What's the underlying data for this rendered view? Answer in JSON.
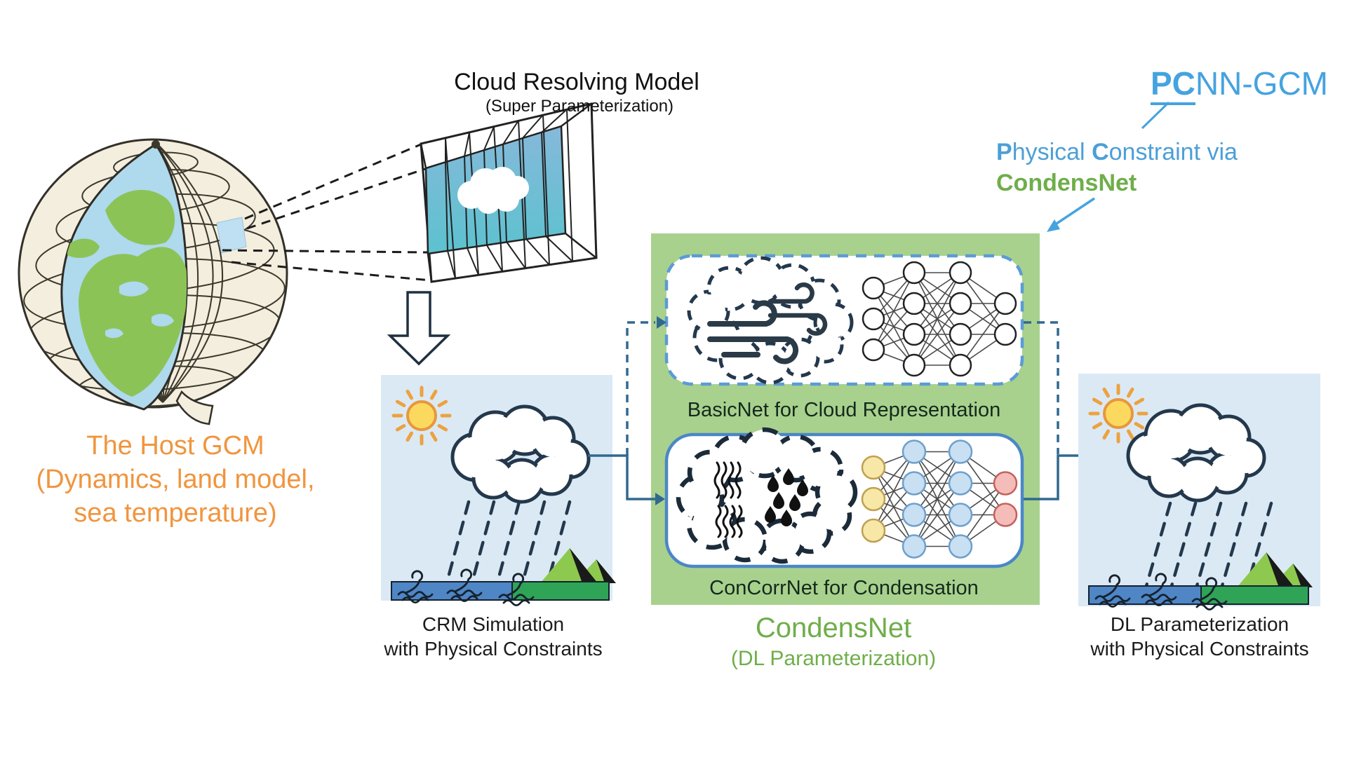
{
  "header": {
    "title": "Cloud Resolving Model",
    "subtitle": "(Super Parameterization)"
  },
  "host_gcm": {
    "line1": "The Host GCM",
    "line2": "(Dynamics, land model,",
    "line3": "sea temperature)"
  },
  "crm_panel": {
    "caption_line1": "CRM Simulation",
    "caption_line2": "with Physical Constraints"
  },
  "condensnet": {
    "basicnet_label": "BasicNet for Cloud Representation",
    "concorrnet_label": "ConCorrNet for Condensation",
    "name": "CondensNet",
    "subname": "(DL Parameterization)"
  },
  "dl_panel": {
    "caption_line1": "DL Parameterization",
    "caption_line2": "with Physical Constraints"
  },
  "pcnn": {
    "bold": "PC",
    "rest": "NN-GCM"
  },
  "annotation": {
    "p_bold": "P",
    "p_rest": "hysical ",
    "c_bold": "C",
    "c_rest": "onstraint via",
    "line2": "CondensNet"
  },
  "colors": {
    "accent_blue": "#45A3DF",
    "accent_green": "#6FAE4A",
    "accent_orange": "#F0953E",
    "panel_blue": "#DBE9F5",
    "panel_green": "#A9D18E",
    "connector_teal": "#30698F",
    "basicnet_border": "#5B9BD5",
    "concorrnet_border": "#4A87C7",
    "icon_navy": "#24384C"
  },
  "icons": {
    "globe-icon": "wireframe earth with cutaway and highlighted grid cell",
    "sun-icon": "sun with rays",
    "cloud-icon": "outlined cumulus cloud",
    "rain-icon": "dashed slanted rain streaks",
    "wind-cloud-icon": "dashed cloud with wind gusts",
    "vapor-cloud-icon": "dashed cloud with vapor squiggles and raindrops",
    "wave-icon": "curling ocean wave",
    "mountain-icon": "green peaks with shadow",
    "down-arrow-icon": "hollow block arrow",
    "neural-network-icon": "fully connected 3-4-4-2 network"
  },
  "networks": [
    {
      "id": "basicnet-nn",
      "layers": [
        {
          "count": 3,
          "fill": "#ffffff",
          "stroke": "#222222"
        },
        {
          "count": 4,
          "fill": "#ffffff",
          "stroke": "#222222"
        },
        {
          "count": 4,
          "fill": "#ffffff",
          "stroke": "#222222"
        },
        {
          "count": 2,
          "fill": "#ffffff",
          "stroke": "#222222"
        }
      ]
    },
    {
      "id": "concorrnet-nn",
      "layers": [
        {
          "count": 3,
          "fill": "#F7E8A8",
          "stroke": "#C0A050"
        },
        {
          "count": 4,
          "fill": "#C9DFF2",
          "stroke": "#6FA0CC"
        },
        {
          "count": 4,
          "fill": "#C9DFF2",
          "stroke": "#6FA0CC"
        },
        {
          "count": 2,
          "fill": "#F5BDB9",
          "stroke": "#C4615C"
        }
      ]
    }
  ]
}
